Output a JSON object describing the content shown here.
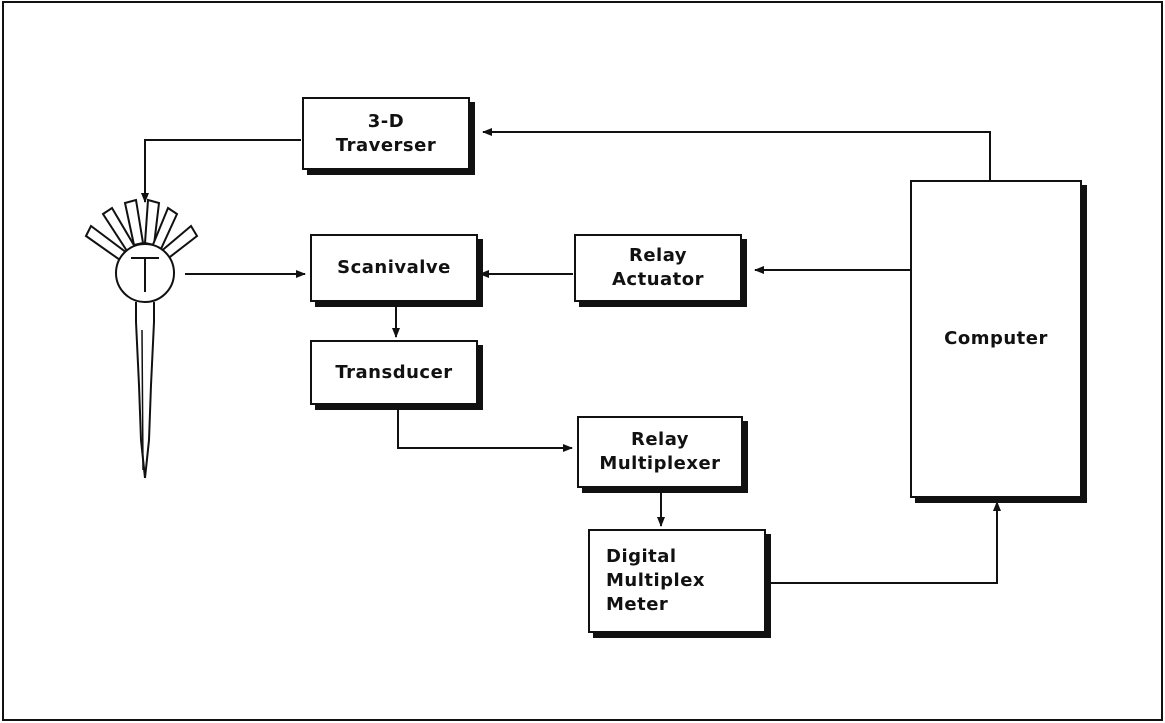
{
  "diagram": {
    "blocks": {
      "traverser": [
        "3-D",
        "Traverser"
      ],
      "scanivalve": [
        "Scanivalve"
      ],
      "relay_actuator": [
        "Relay",
        "Actuator"
      ],
      "transducer": [
        "Transducer"
      ],
      "relay_multiplexer": [
        "Relay",
        "Multiplexer"
      ],
      "digital_meter": [
        "Digital",
        "Multiplex",
        "Meter"
      ],
      "computer": [
        "Computer"
      ]
    }
  }
}
